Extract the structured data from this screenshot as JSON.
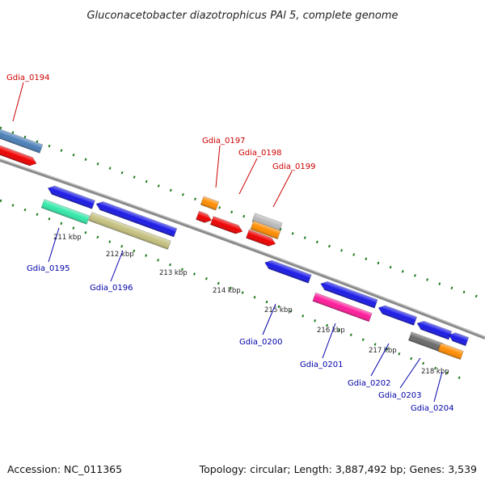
{
  "title": "Gluconacetobacter diazotrophicus PAl 5, complete genome",
  "footer": {
    "accession": "Accession: NC_011365",
    "summary": "Topology: circular; Length: 3,887,492 bp; Genes: 3,539"
  },
  "scale_ticks": [
    "211 kbp",
    "212 kbp",
    "213 kbp",
    "214 kbp",
    "215 kbp",
    "216 kbp",
    "217 kbp",
    "218 kbp"
  ],
  "gene_labels": {
    "g0194": "Gdia_0194",
    "g0195": "Gdia_0195",
    "g0196": "Gdia_0196",
    "g0197": "Gdia_0197",
    "g0198": "Gdia_0198",
    "g0199": "Gdia_0199",
    "g0200": "Gdia_0200",
    "g0201": "Gdia_0201",
    "g0202": "Gdia_0202",
    "g0203": "Gdia_0203",
    "g0204": "Gdia_0204"
  },
  "colors": {
    "forward_label": "#cc0000",
    "reverse_label": "#0000aa",
    "tick_green": "#1e7a1e",
    "backbone": "#8a8a8a"
  }
}
